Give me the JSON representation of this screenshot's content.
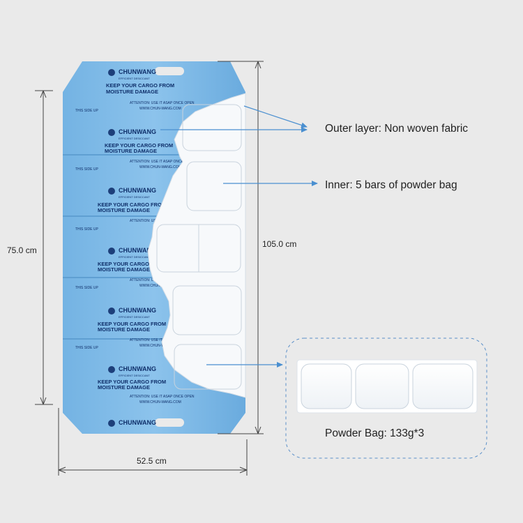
{
  "dimensions": {
    "height": "75.0 cm",
    "width": "52.5 cm",
    "total_height": "105.0 cm"
  },
  "callouts": {
    "outer": "Outer layer: Non woven fabric",
    "inner": "Inner: 5 bars of powder bag",
    "powder": "Powder Bag: 133g*3"
  },
  "bag_print": {
    "brand": "CHUNWANG",
    "tagline": "EFFICIENT DESICCANT",
    "slogan_line1": "KEEP YOUR CARGO FROM",
    "slogan_line2": "MOISTURE DAMAGE",
    "attention": "ATTENTION: USE IT ASAP ONCE OPEN",
    "website": "WWW.CHUN-WANG.COM",
    "side_label": "THIS SIDE UP"
  },
  "colors": {
    "bag_blue": "#7cb8e6",
    "bag_blue_dark": "#5a9fd6",
    "arrow_blue": "#4a8fd0",
    "packet_white": "#ffffff"
  }
}
